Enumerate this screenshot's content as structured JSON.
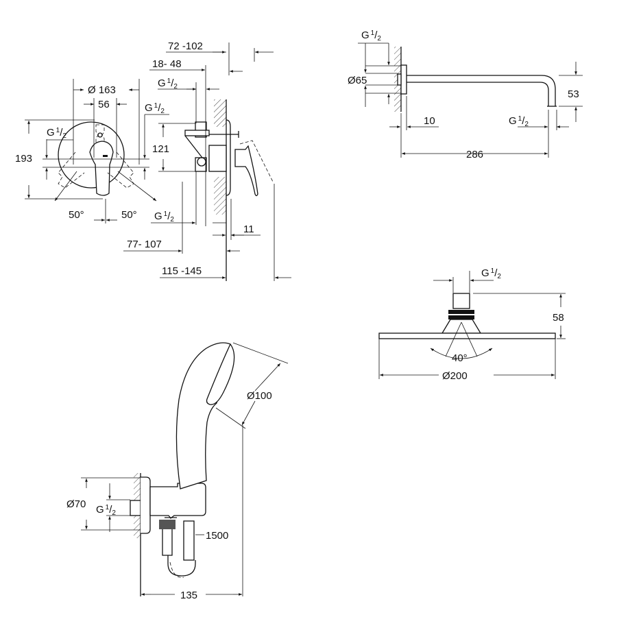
{
  "g_half": {
    "g": "G",
    "num": "1",
    "den": "2"
  },
  "mixer": {
    "front": {
      "diameter": "Ø 163",
      "width": "56",
      "height": "193",
      "angle_left": "50°",
      "angle_right": "50°"
    },
    "side": {
      "depth_top": "72 -102",
      "depth_inner": "18- 48",
      "inlet_spacing": "121",
      "rough_in": "77- 107",
      "plate": "11",
      "total": "115 -145"
    }
  },
  "shower_arm": {
    "flange_diameter": "Ø65",
    "flange_depth": "10",
    "length": "286",
    "drop": "53"
  },
  "head_shower": {
    "height": "58",
    "tilt": "40°",
    "diameter": "Ø200"
  },
  "hand_shower": {
    "head_diameter": "Ø100",
    "elbow_diameter": "Ø70",
    "hose_length": "1500",
    "projection": "135"
  }
}
